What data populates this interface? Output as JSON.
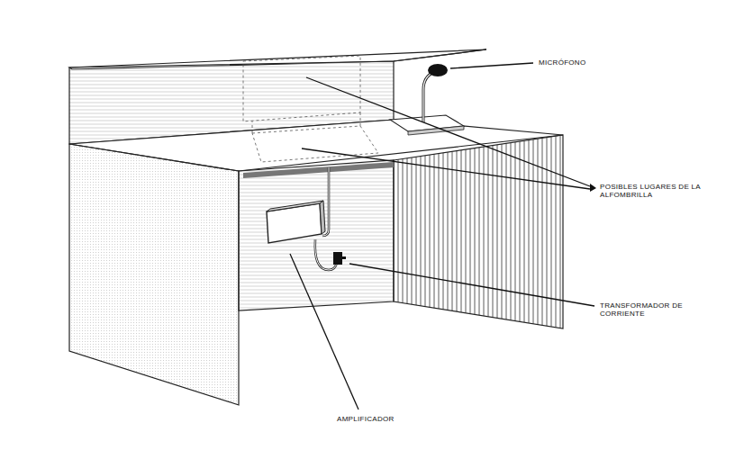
{
  "diagram": {
    "labels": [
      "MICRÓFONO",
      "POSIBLES LUGARES DE LA ALFOMBRILLA",
      "TRANSFORMADOR DE CORRIENTE",
      "AMPLIFICADOR"
    ]
  }
}
